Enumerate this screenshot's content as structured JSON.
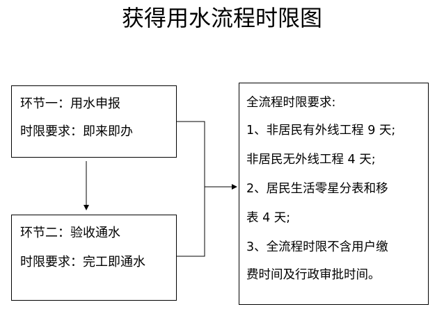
{
  "title": "获得用水流程时限图",
  "step1": {
    "name": "环节一：用水申报",
    "time_limit": "时限要求：即来即办"
  },
  "step2": {
    "name": "环节二：验收通水",
    "time_limit": "时限要求：完工即通水"
  },
  "summary": {
    "heading": "全流程时限要求:",
    "lines": [
      "1、非居民有外线工程 9 天;",
      "非居民无外线工程 4 天;",
      "2、居民生活零星分表和移",
      "表 4 天;",
      "3、全流程时限不含用户缴",
      "费时间及行政审批时间。"
    ]
  }
}
